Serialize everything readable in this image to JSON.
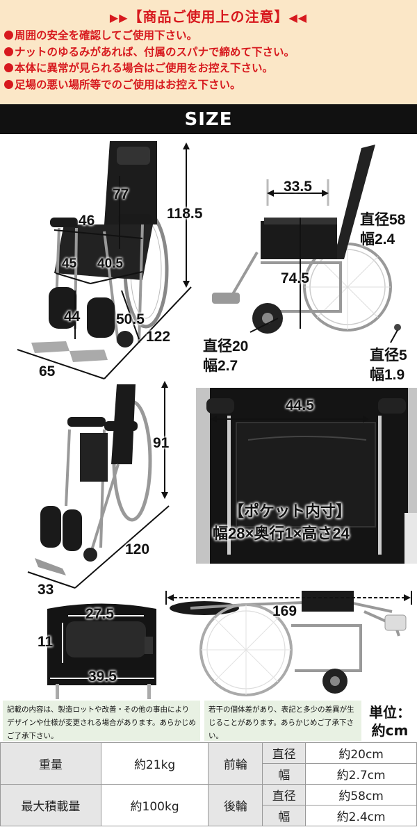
{
  "notice": {
    "title": "【商品ご使用上の注意】",
    "items": [
      "周囲の安全を確認してご使用下さい。",
      "ナットのゆるみがあれば、付属のスパナで締めて下さい。",
      "本体に異常が見られる場合はご使用をお控え下さい。",
      "足場の悪い場所等でのご使用はお控え下さい。"
    ]
  },
  "size_title": "SIZE",
  "dims": {
    "p1": {
      "d77": "77",
      "d118": "118.5",
      "d46": "46",
      "d45": "45",
      "d405": "40.5",
      "d44": "44",
      "d505": "50.5",
      "d122": "122",
      "d65": "65"
    },
    "p2": {
      "d335": "33.5",
      "rw1": "直径58",
      "rw2": "幅2.4",
      "d745": "74.5",
      "fw1": "直径20",
      "fw2": "幅2.7",
      "sw1": "直径5",
      "sw2": "幅1.9"
    },
    "p3": {
      "d91": "91",
      "d120": "120",
      "d33": "33"
    },
    "p4": {
      "d445": "44.5",
      "pocket_title": "【ポケット内寸】",
      "pocket_size": "幅28×奥行1×高さ24"
    },
    "p5": {
      "d275": "27.5",
      "d11": "11",
      "d395": "39.5"
    },
    "p6": {
      "d169": "169"
    }
  },
  "notes": {
    "left": "記載の内容は、製造ロットや改善・その他の事由によりデザインや仕様が変更される場合があります。あらかじめご了承下さい。",
    "right": "若干の個体差があり、表記と多少の差異が生じることがあります。あらかじめご了承下さい。",
    "unit_line1": "単位：",
    "unit_line2": "約cm"
  },
  "spec": {
    "weight_label": "重量",
    "weight_value": "約21kg",
    "load_label": "最大積載量",
    "load_value": "約100kg",
    "front_label": "前輪",
    "rear_label": "後輪",
    "diameter_label": "直径",
    "width_label": "幅",
    "front_diameter": "約20cm",
    "front_width": "約2.7cm",
    "rear_diameter": "約58cm",
    "rear_width": "約2.4cm"
  }
}
